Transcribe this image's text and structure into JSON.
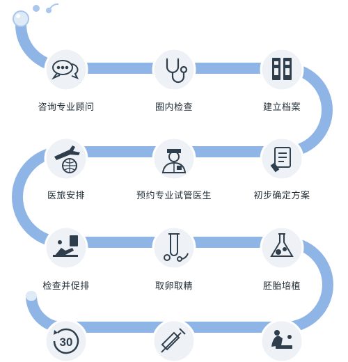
{
  "steps": [
    {
      "label": "咨询专业顾问",
      "icon": "chat-bubbles-icon"
    },
    {
      "label": "圈内检查",
      "icon": "stethoscope-icon"
    },
    {
      "label": "建立档案",
      "icon": "binders-icon"
    },
    {
      "label": "医旅安排",
      "icon": "airplane-globe-icon"
    },
    {
      "label": "预约专业试管医生",
      "icon": "doctor-icon"
    },
    {
      "label": "初步确定方案",
      "icon": "document-pen-icon"
    },
    {
      "label": "检查并促排",
      "icon": "ultrasound-icon"
    },
    {
      "label": "取卵取精",
      "icon": "test-tube-icon"
    },
    {
      "label": "胚胎培植",
      "icon": "flask-icon"
    },
    {
      "label": "",
      "icon": "clock-30-icon"
    },
    {
      "label": "",
      "icon": "syringe-icon"
    },
    {
      "label": "",
      "icon": "nurse-care-icon"
    }
  ],
  "badge_30": "30",
  "colors": {
    "path": "#8fb5e6",
    "circle": "#eef2f6",
    "icon": "#2f3e4c",
    "bubble": "#a9c6ec"
  }
}
